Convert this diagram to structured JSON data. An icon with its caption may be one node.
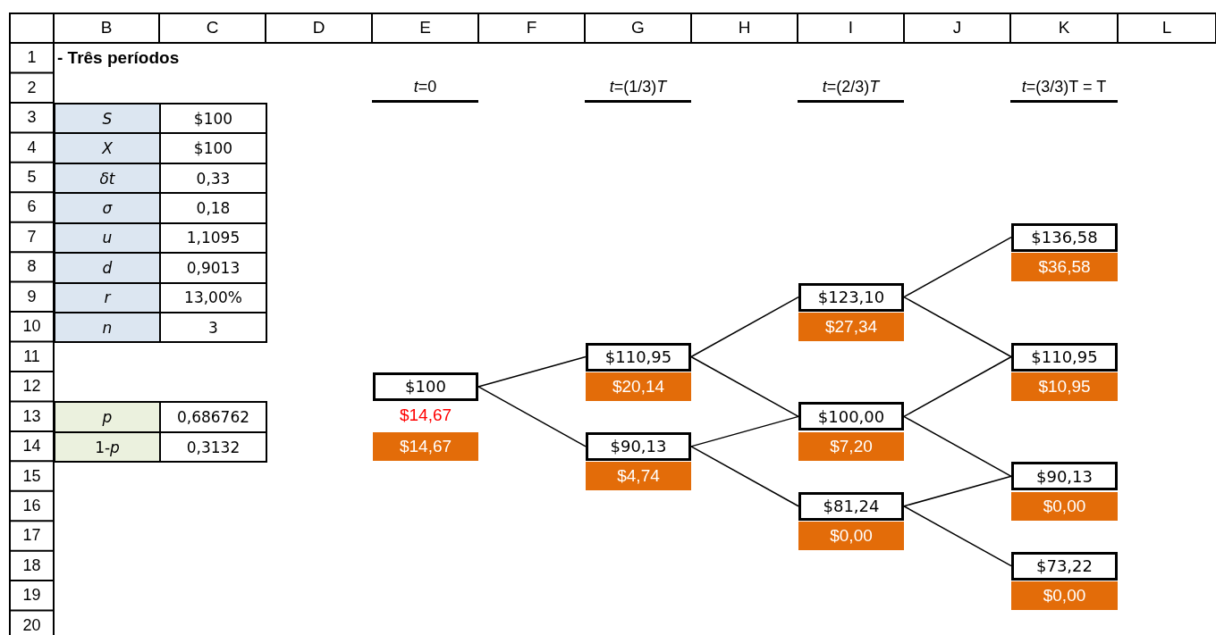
{
  "diagram": {
    "title": "- Três períodos",
    "nodes": [
      {
        "text": [
          "$100"
        ],
        "beside": [
          "$14,67",
          "$14,67"
        ]
      },
      {
        "text": [
          "$110,95"
        ],
        "beside": [
          "$20,14"
        ]
      },
      {
        "text": [
          "$90,13"
        ],
        "beside": [
          "$4,74"
        ]
      },
      {
        "text": [
          "$123,10"
        ],
        "beside": [
          "$27,34"
        ]
      },
      {
        "text": [
          "$100,00"
        ],
        "beside": [
          "$7,20"
        ]
      },
      {
        "text": [
          "$81,24"
        ],
        "beside": [
          "$0,00"
        ]
      },
      {
        "text": [
          "$136,58"
        ],
        "beside": [
          "$36,58"
        ]
      },
      {
        "text": [
          "$110,95"
        ],
        "beside": [
          "$10,95"
        ]
      },
      {
        "text": [
          "$90,13"
        ],
        "beside": [
          "$0,00"
        ]
      },
      {
        "text": [
          "$73,22"
        ],
        "beside": [
          "$0,00"
        ]
      }
    ],
    "edges": [
      {
        "from": 0,
        "to": 1,
        "arrow": "none"
      },
      {
        "from": 0,
        "to": 2,
        "arrow": "none"
      },
      {
        "from": 1,
        "to": 3,
        "arrow": "none"
      },
      {
        "from": 1,
        "to": 4,
        "arrow": "none"
      },
      {
        "from": 2,
        "to": 4,
        "arrow": "none"
      },
      {
        "from": 2,
        "to": 5,
        "arrow": "none"
      },
      {
        "from": 3,
        "to": 6,
        "arrow": "none"
      },
      {
        "from": 3,
        "to": 7,
        "arrow": "none"
      },
      {
        "from": 4,
        "to": 7,
        "arrow": "none"
      },
      {
        "from": 4,
        "to": 8,
        "arrow": "none"
      },
      {
        "from": 5,
        "to": 8,
        "arrow": "none"
      },
      {
        "from": 5,
        "to": 9,
        "arrow": "none"
      }
    ],
    "labels": [
      "B",
      "C",
      "D",
      "E",
      "F",
      "G",
      "H",
      "I",
      "J",
      "K",
      "L",
      "1",
      "2",
      "3",
      "4",
      "5",
      "6",
      "7",
      "8",
      "9",
      "10",
      "11",
      "12",
      "13",
      "14",
      "15",
      "16",
      "17",
      "18",
      "19",
      "20",
      "*t*=0",
      "*t*=(1/3)*T*",
      "*t*=(2/3)*T*",
      "*t*=(3/3)T = T",
      "S",
      "$100",
      "X",
      "$100",
      "δt",
      "0,33",
      "σ",
      "0,18",
      "u",
      "1,1095",
      "d",
      "0,9013",
      "r",
      "13,00%",
      "n",
      "3",
      "p",
      "0,686762",
      "1-*p*",
      "0,3132"
    ]
  }
}
